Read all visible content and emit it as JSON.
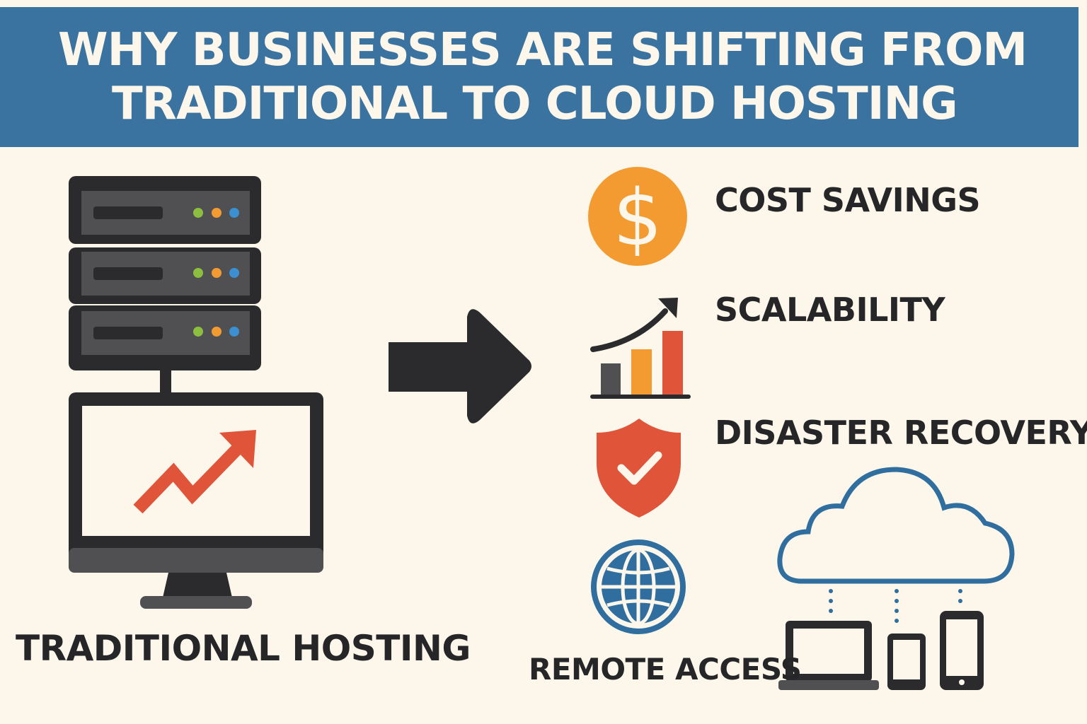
{
  "header": {
    "title_line1": "WHY BUSINESSES ARE SHIFTING FROM",
    "title_line2": "TRADITIONAL TO CLOUD HOSTING"
  },
  "left": {
    "label": "TRADITIONAL HOSTING"
  },
  "benefits": [
    {
      "label": "COST SAVINGS",
      "icon": "dollar-coin-icon"
    },
    {
      "label": "SCALABILITY",
      "icon": "growth-chart-icon"
    },
    {
      "label": "DISASTER RECOVERY",
      "icon": "shield-check-icon"
    },
    {
      "label": "REMOTE ACCESS",
      "icon": "globe-icon"
    }
  ],
  "colors": {
    "header": "#3a72a0",
    "background": "#fcf7ea",
    "orange": "#f39b31",
    "red": "#e0543a",
    "dark": "#2b2b2d",
    "blue": "#2f6e9e"
  }
}
